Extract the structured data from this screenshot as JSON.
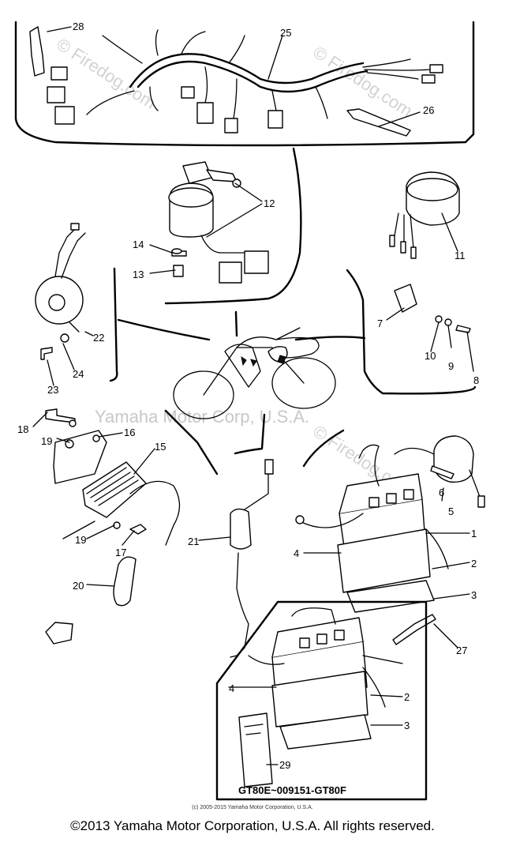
{
  "diagram": {
    "part_labels": [
      "1",
      "2",
      "3",
      "4",
      "5",
      "6",
      "7",
      "8",
      "9",
      "10",
      "11",
      "12",
      "13",
      "14",
      "15",
      "16",
      "17",
      "18",
      "19",
      "20",
      "21",
      "22",
      "23",
      "24",
      "25",
      "26",
      "27",
      "28"
    ],
    "inset_labels": [
      "2",
      "3",
      "4",
      "29"
    ],
    "inset_caption": "GT80E~009151-GT80F",
    "watermark_primary": "Yamaha Motor Corp, U.S.A.",
    "watermark_site": "© Firedog.com",
    "small_copyright": "(c) 2005-2015 Yamaha Motor Corporation, U.S.A.",
    "copyright": "©2013 Yamaha Motor Corporation, U.S.A. All rights reserved."
  }
}
